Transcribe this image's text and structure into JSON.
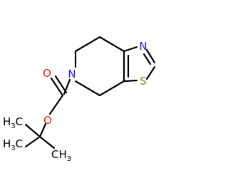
{
  "molecule": {
    "atoms": {
      "N_ring": "N",
      "N_thiazole": "N",
      "S": "S",
      "O_carbonyl": "O",
      "O_ester": "O"
    },
    "methyls": {
      "top_left": {
        "symbol": "H",
        "sub": "3",
        "tail": "C"
      },
      "mid_left": {
        "symbol": "H",
        "sub": "3",
        "tail": "C"
      },
      "bottom_right": {
        "symbol": "CH",
        "sub": "3"
      }
    }
  },
  "colors": {
    "bond": "#000000",
    "nitrogen": "#2323d6",
    "oxygen": "#e2231a",
    "sulfur": "#8a7e1a",
    "carbon_label": "#000000"
  }
}
